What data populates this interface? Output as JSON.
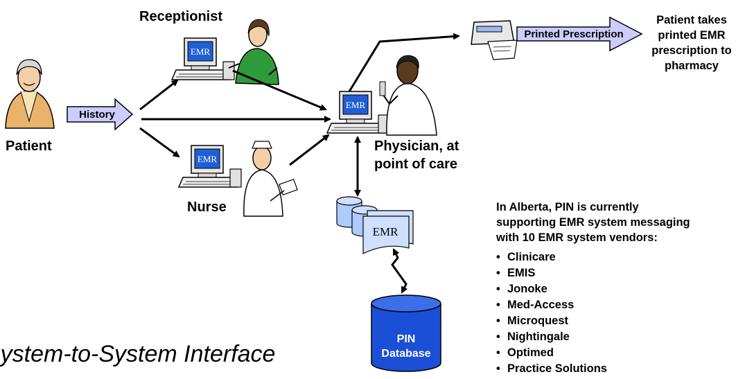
{
  "actors": {
    "patient": "Patient",
    "receptionist": "Receptionist",
    "nurse": "Nurse",
    "physician_line1": "Physician, at",
    "physician_line2": "point of care"
  },
  "arrows": {
    "history": "History",
    "printed_prescription": "Printed Prescription"
  },
  "screen_label": "EMR",
  "emr_document_label": "EMR",
  "outcome": [
    "Patient takes",
    "printed EMR",
    "prescription to",
    "pharmacy"
  ],
  "database": {
    "line1": "PIN",
    "line2": "Database"
  },
  "notes": {
    "intro": [
      "In Alberta, PIN is currently",
      "supporting EMR system messaging",
      "with 10 EMR system vendors:"
    ],
    "vendors": [
      "Clinicare",
      "EMIS",
      "Jonoke",
      "Med-Access",
      "Microquest",
      "Nightingale",
      "Optimed",
      "Practice Solutions"
    ]
  },
  "footer_title": "System-to-System Interface",
  "colors": {
    "block_arrow_fill": "#ccccff",
    "screen_blue": "#1f5fd6",
    "database_blue": "#1a4fd6",
    "receptionist_green": "#2f9a3a"
  }
}
